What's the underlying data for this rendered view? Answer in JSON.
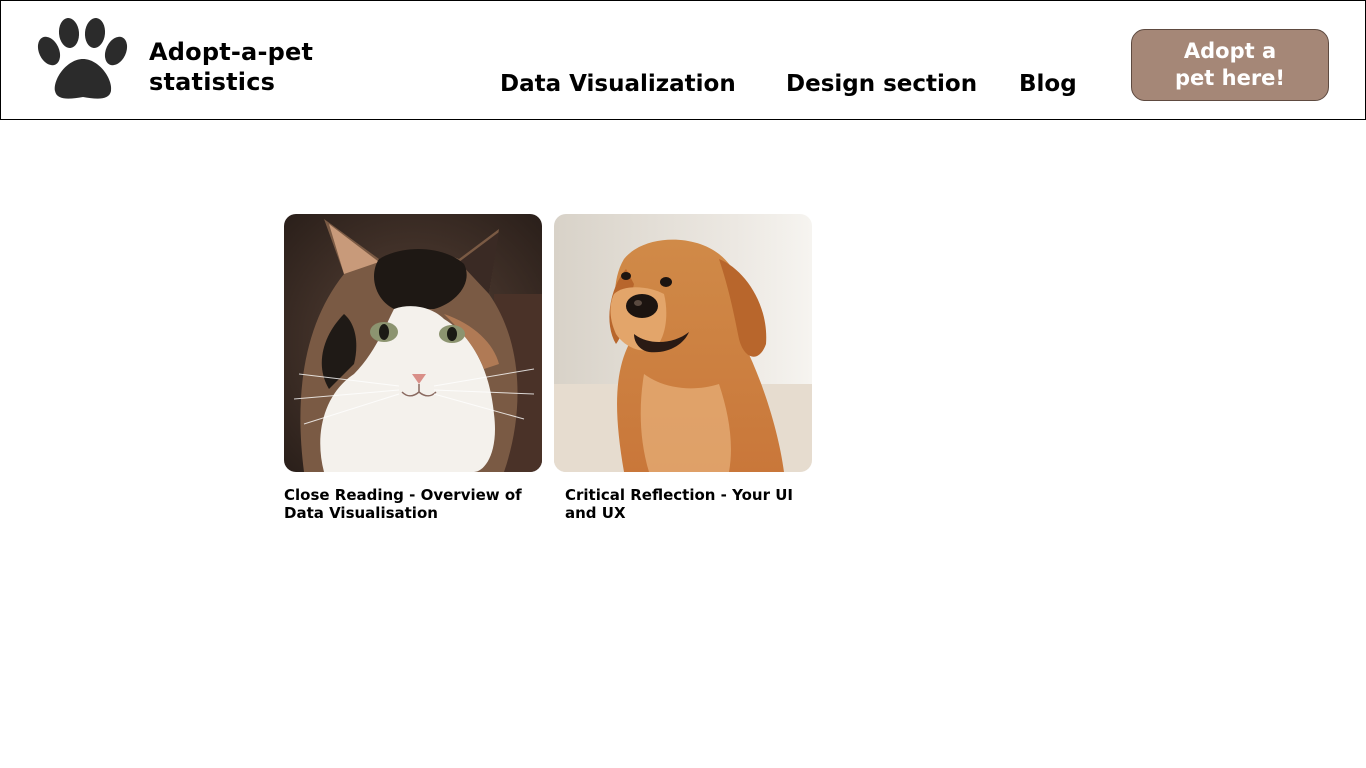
{
  "header": {
    "logo_icon": "paw-print-icon",
    "site_title_line1": "Adopt-a-pet",
    "site_title_line2": "statistics",
    "nav": {
      "data_visualization": "Data Visualization",
      "design_section": "Design section",
      "blog": "Blog"
    },
    "cta_line1": "Adopt a",
    "cta_line2": "pet here!",
    "cta_color": "#a58777"
  },
  "cards": [
    {
      "image": "calico-cat-photo",
      "caption_line1": "Close Reading - Overview of",
      "caption_line2": "Data Visualisation"
    },
    {
      "image": "golden-retriever-photo",
      "caption_line1": "Critical Reflection - Your UI",
      "caption_line2": "and UX"
    }
  ]
}
